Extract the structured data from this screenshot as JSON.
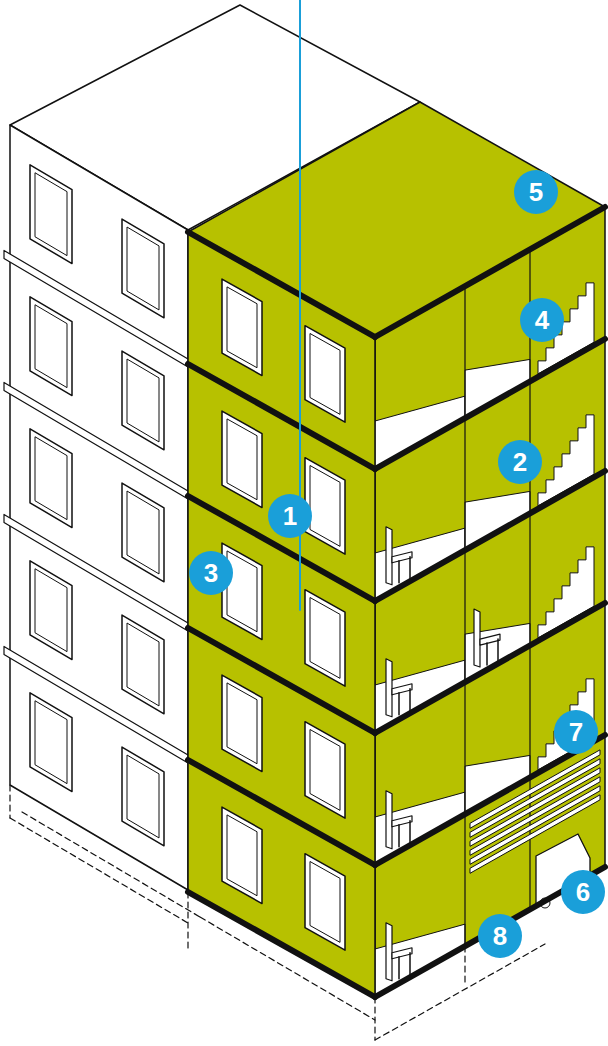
{
  "diagram": {
    "nodes": [
      {
        "text": [
          "5"
        ]
      },
      {
        "text": [
          "4"
        ]
      },
      {
        "text": [
          "2"
        ]
      },
      {
        "text": [
          "1"
        ]
      },
      {
        "text": [
          "3"
        ]
      },
      {
        "text": [
          "7"
        ]
      },
      {
        "text": [
          "6"
        ]
      },
      {
        "text": [
          "8"
        ]
      }
    ]
  }
}
